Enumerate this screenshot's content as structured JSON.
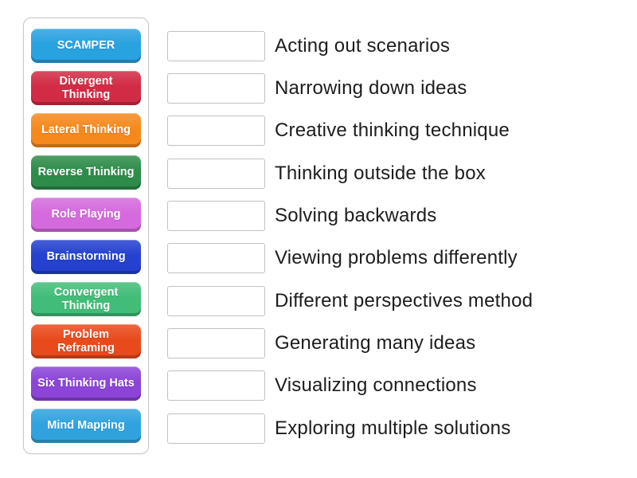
{
  "activity": {
    "name": "match-up-activity",
    "colors": {
      "background": "#ffffff",
      "panel_border": "#c8c8c8",
      "slot_border": "#c2c2c2",
      "clue_text": "#1d1d1d",
      "tile_text": "#ffffff"
    },
    "tiles": [
      {
        "label": "SCAMPER",
        "color": "#29a2e0"
      },
      {
        "label": "Divergent Thinking",
        "color": "#d22b45"
      },
      {
        "label": "Lateral Thinking",
        "color": "#f6891e"
      },
      {
        "label": "Reverse Thinking",
        "color": "#2e8c4a"
      },
      {
        "label": "Role Playing",
        "color": "#d56ade"
      },
      {
        "label": "Brainstorming",
        "color": "#2441cf"
      },
      {
        "label": "Convergent Thinking",
        "color": "#42bd78"
      },
      {
        "label": "Problem Reframing",
        "color": "#e84a1c"
      },
      {
        "label": "Six Thinking Hats",
        "color": "#8b44d7"
      },
      {
        "label": "Mind Mapping",
        "color": "#30a3de"
      }
    ],
    "rows": [
      {
        "clue": "Acting out scenarios"
      },
      {
        "clue": "Narrowing down ideas"
      },
      {
        "clue": "Creative thinking technique"
      },
      {
        "clue": "Thinking outside the box"
      },
      {
        "clue": "Solving backwards"
      },
      {
        "clue": "Viewing problems differently"
      },
      {
        "clue": "Different perspectives method"
      },
      {
        "clue": "Generating many ideas"
      },
      {
        "clue": "Visualizing connections"
      },
      {
        "clue": "Exploring multiple solutions"
      }
    ]
  }
}
